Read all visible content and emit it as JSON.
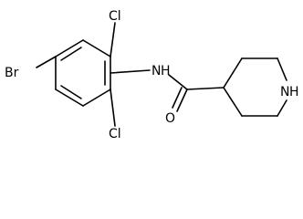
{
  "molecule": {
    "atoms": {
      "br": "Br",
      "cl_top": "Cl",
      "cl_bottom": "Cl",
      "n_amide": "N",
      "h_amide": "H",
      "o_carbonyl": "O",
      "n_ring": "N",
      "h_ring": "H"
    }
  }
}
